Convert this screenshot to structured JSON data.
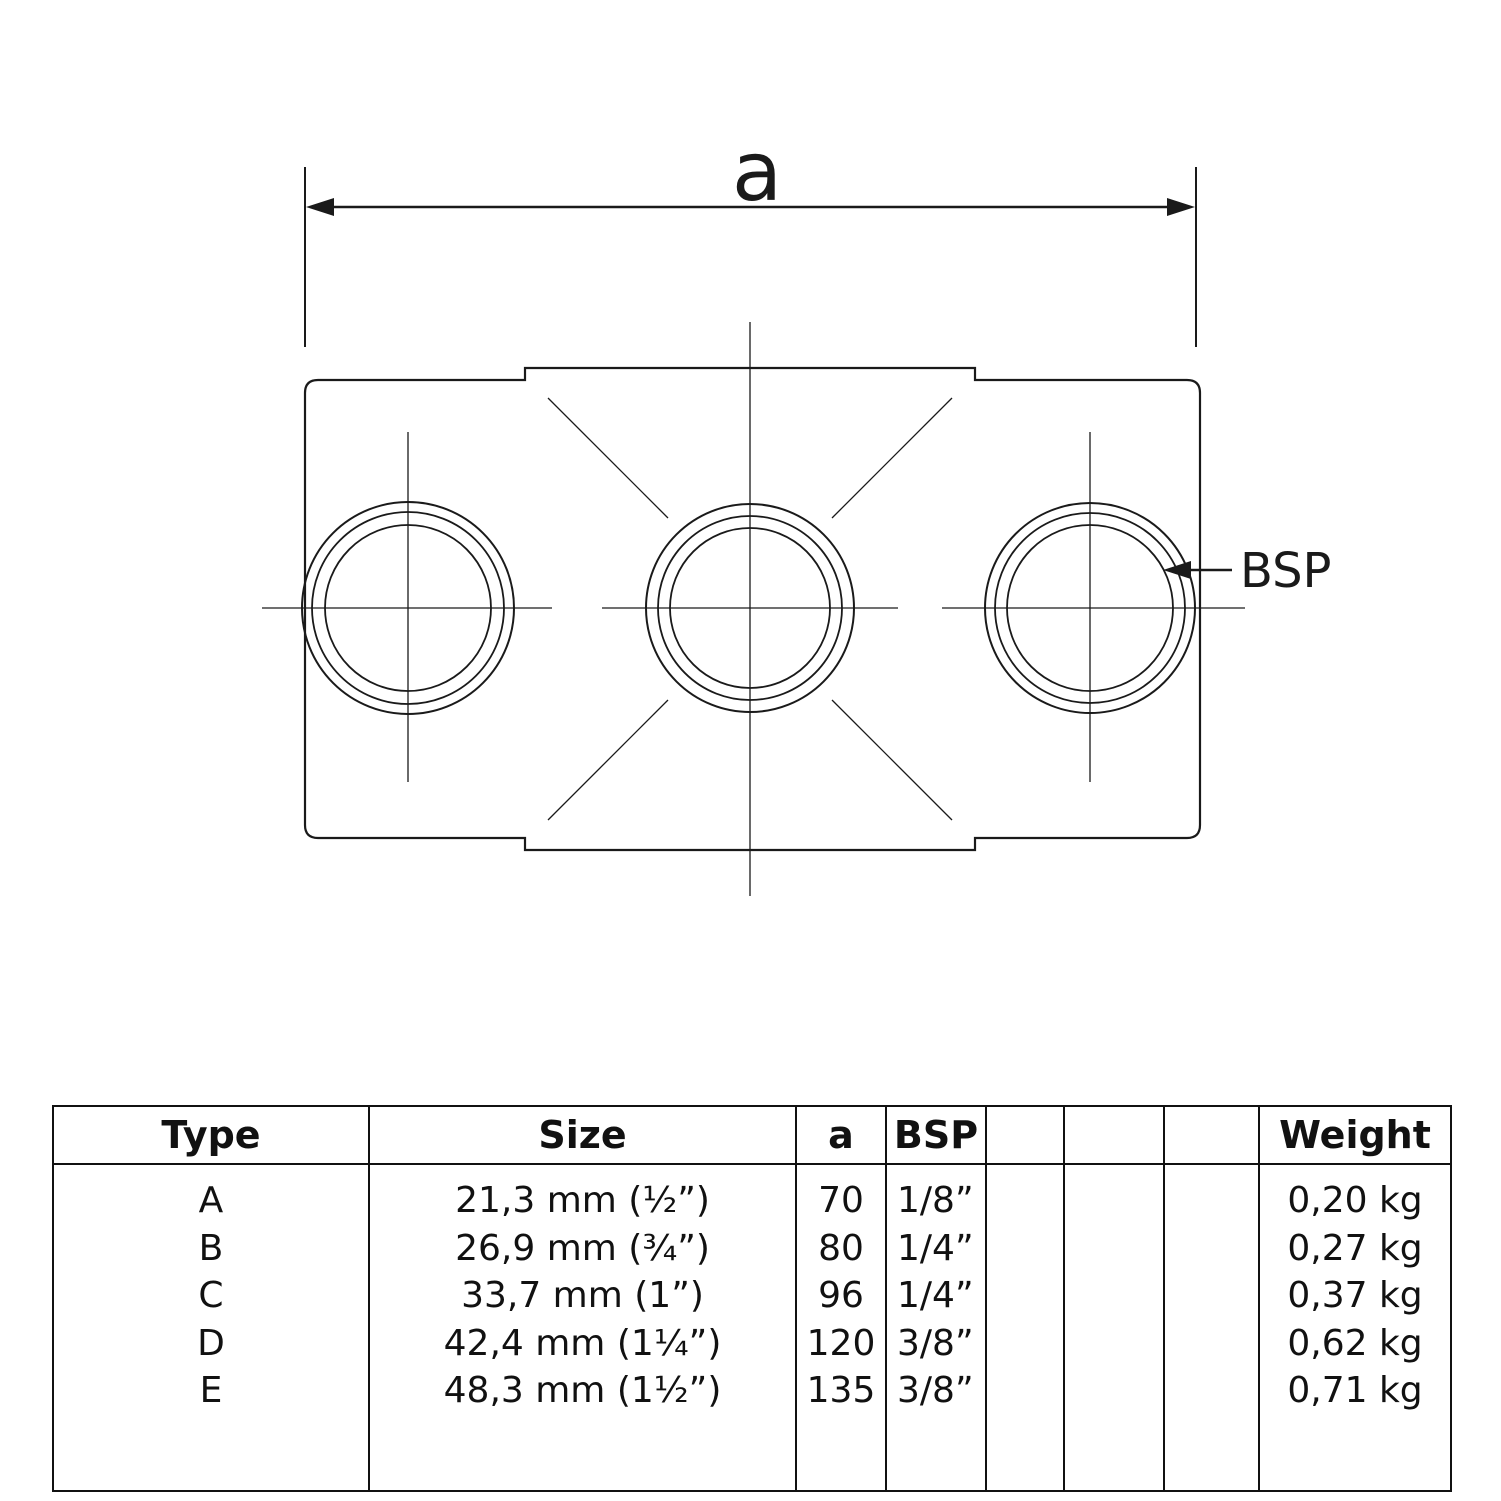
{
  "drawing": {
    "dimension_label": "a",
    "bsp_label": "BSP"
  },
  "table": {
    "headers": [
      "Type",
      "Size",
      "a",
      "BSP",
      "",
      "",
      "",
      "Weight"
    ],
    "rows": [
      [
        "A",
        "21,3 mm (½”)",
        "70",
        "1/8”",
        "",
        "",
        "",
        "0,20 kg"
      ],
      [
        "B",
        "26,9 mm (¾”)",
        "80",
        "1/4”",
        "",
        "",
        "",
        "0,27 kg"
      ],
      [
        "C",
        "33,7 mm (1”)",
        "96",
        "1/4”",
        "",
        "",
        "",
        "0,37 kg"
      ],
      [
        "D",
        "42,4 mm (1¼”)",
        "120",
        "3/8”",
        "",
        "",
        "",
        "0,62 kg"
      ],
      [
        "E",
        "48,3 mm (1½”)",
        "135",
        "3/8”",
        "",
        "",
        "",
        "0,71 kg"
      ]
    ]
  }
}
